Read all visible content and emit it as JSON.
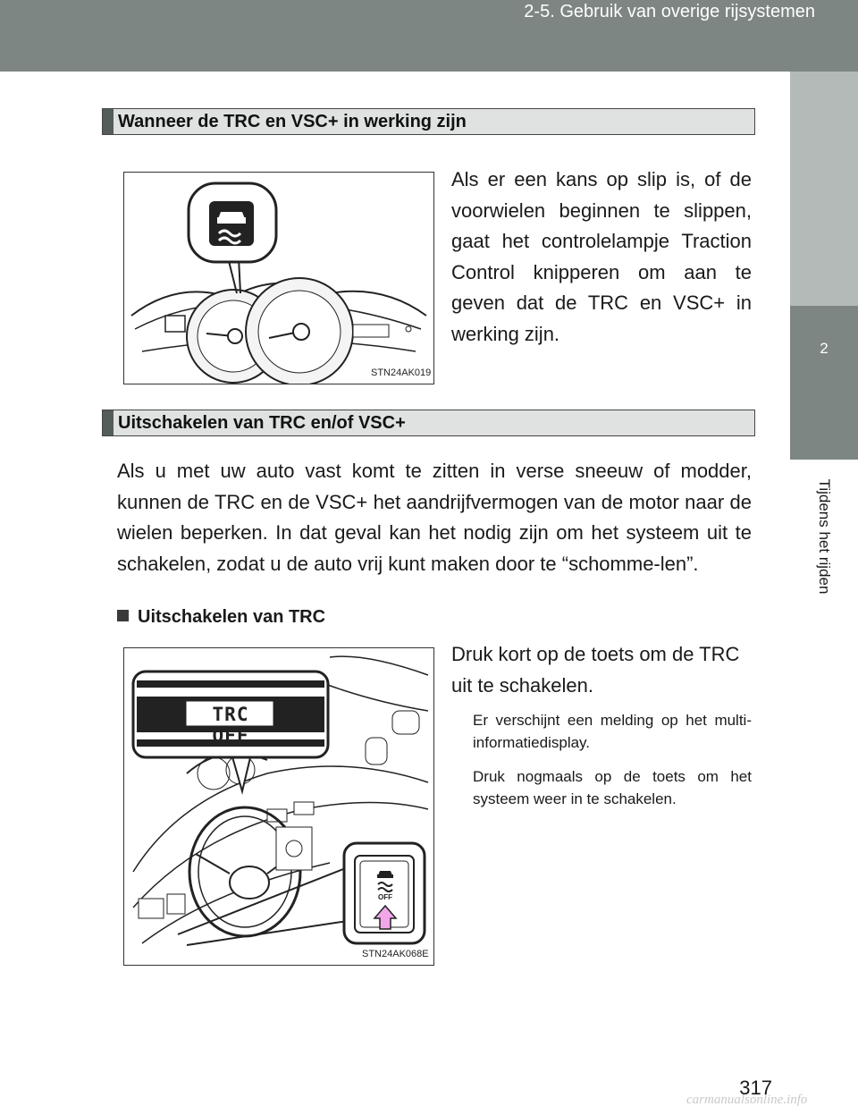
{
  "header": {
    "chapter": "2-5. Gebruik van overige rijsystemen"
  },
  "sidetab": {
    "number": "2",
    "label": "Tijdens het rijden"
  },
  "section1": {
    "title": "Wanneer de TRC en VSC+ in werking zijn",
    "figure_code": "STN24AK019",
    "body": "Als er een kans op slip is, of de voorwielen beginnen te slippen, gaat het controlelampje Traction Control knipperen om aan te geven dat de TRC en VSC+ in werking zijn."
  },
  "section2": {
    "title": "Uitschakelen van TRC en/of VSC+",
    "body": "Als u met uw auto vast komt te zitten in verse sneeuw of modder, kunnen de TRC en de VSC+ het aandrijfvermogen van de motor naar de wielen beperken. In dat geval kan het nodig zijn om het systeem uit te schakelen, zodat u de auto vrij kunt maken door te “schomme-len”.",
    "subheading": "Uitschakelen van TRC",
    "instruction": "Druk kort op de toets om de TRC uit te schakelen.",
    "note1": "Er verschijnt een melding op het multi-informatiedisplay.",
    "note2": "Druk nogmaals op de toets om het systeem weer in te schakelen.",
    "figure_code": "STN24AK068E",
    "display_text": "TRC OFF",
    "button_label": "OFF"
  },
  "footer": {
    "page_number": "317",
    "watermark": "carmanualsonline.info"
  },
  "colors": {
    "header_bg": "#7d8683",
    "tab_light": "#b4bab8",
    "section_bg": "#dfe2e1",
    "arrow_pink": "#f2a6e8"
  },
  "icons": [
    "traction-control-icon",
    "trc-off-button-icon",
    "up-arrow-icon"
  ]
}
